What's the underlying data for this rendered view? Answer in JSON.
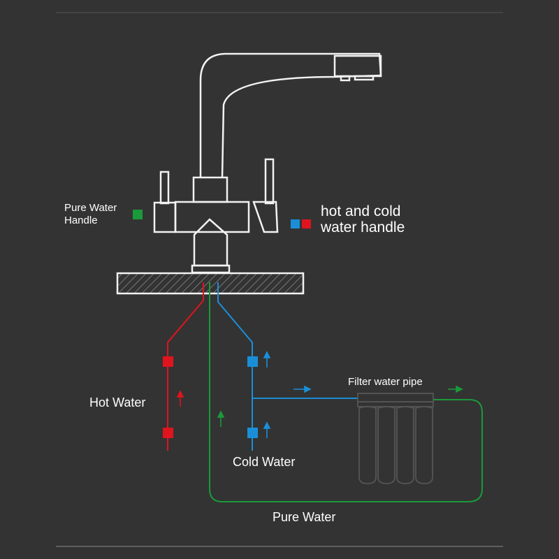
{
  "labels": {
    "pure_water_handle_line1": "Pure  Water",
    "pure_water_handle_line2": "Handle",
    "hot_cold_handle_line1": "hot and cold",
    "hot_cold_handle_line2": "water handle",
    "hot_water": "Hot Water",
    "cold_water": "Cold Water",
    "filter_water_pipe": "Filter water pipe",
    "pure_water": "Pure Water"
  },
  "colors": {
    "background": "#333333",
    "outline": "#f2f2f2",
    "hot": "#e0141e",
    "cold": "#1a8fd8",
    "pure": "#1a9a3a",
    "divider": "#8a8a8a"
  },
  "icons": {
    "flow_arrow": "arrow-icon",
    "valve": "square-valve-icon"
  }
}
